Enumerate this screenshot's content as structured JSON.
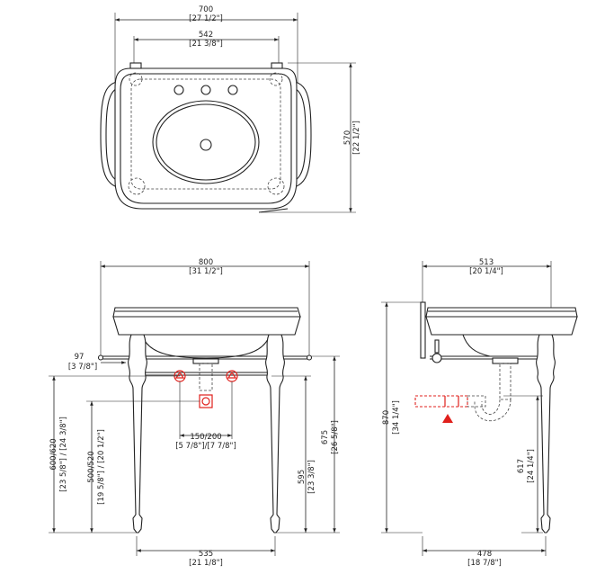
{
  "top_view": {
    "width_mm": "700",
    "width_in": "[27 1/2\"]",
    "inner_mm": "542",
    "inner_in": "[21 3/8\"]",
    "depth_mm": "570",
    "depth_in": "[22 1/2\"]"
  },
  "front_view": {
    "width_mm": "800",
    "width_in": "[31 1/2\"]",
    "rail_mm": "97",
    "rail_in": "[3 7/8\"]",
    "h_total_mm": "600/620",
    "h_total_in": "[23 5/8\"] / [24 3/8\"]",
    "h_drain_mm": "500/520",
    "h_drain_in": "[19 5/8\"] / [20 1/2\"]",
    "centers_mm": "150/200",
    "centers_in": "[5 7/8\"]/[7 7/8\"]",
    "h_rail_mm": "595",
    "h_rail_in": "[23 3/8\"]",
    "h_top_mm": "675",
    "h_top_in": "[26 5/8\"]",
    "legs_mm": "535",
    "legs_in": "[21 1/8\"]"
  },
  "side_view": {
    "width_mm": "513",
    "width_in": "[20 1/4\"]",
    "height_mm": "870",
    "height_in": "[34 1/4\"]",
    "trap_mm": "617",
    "trap_in": "[24 1/4\"]",
    "legs_mm": "478",
    "legs_in": "[18 7/8\"]"
  },
  "colors": {
    "line": "#222222",
    "marker": "#e0201c"
  }
}
